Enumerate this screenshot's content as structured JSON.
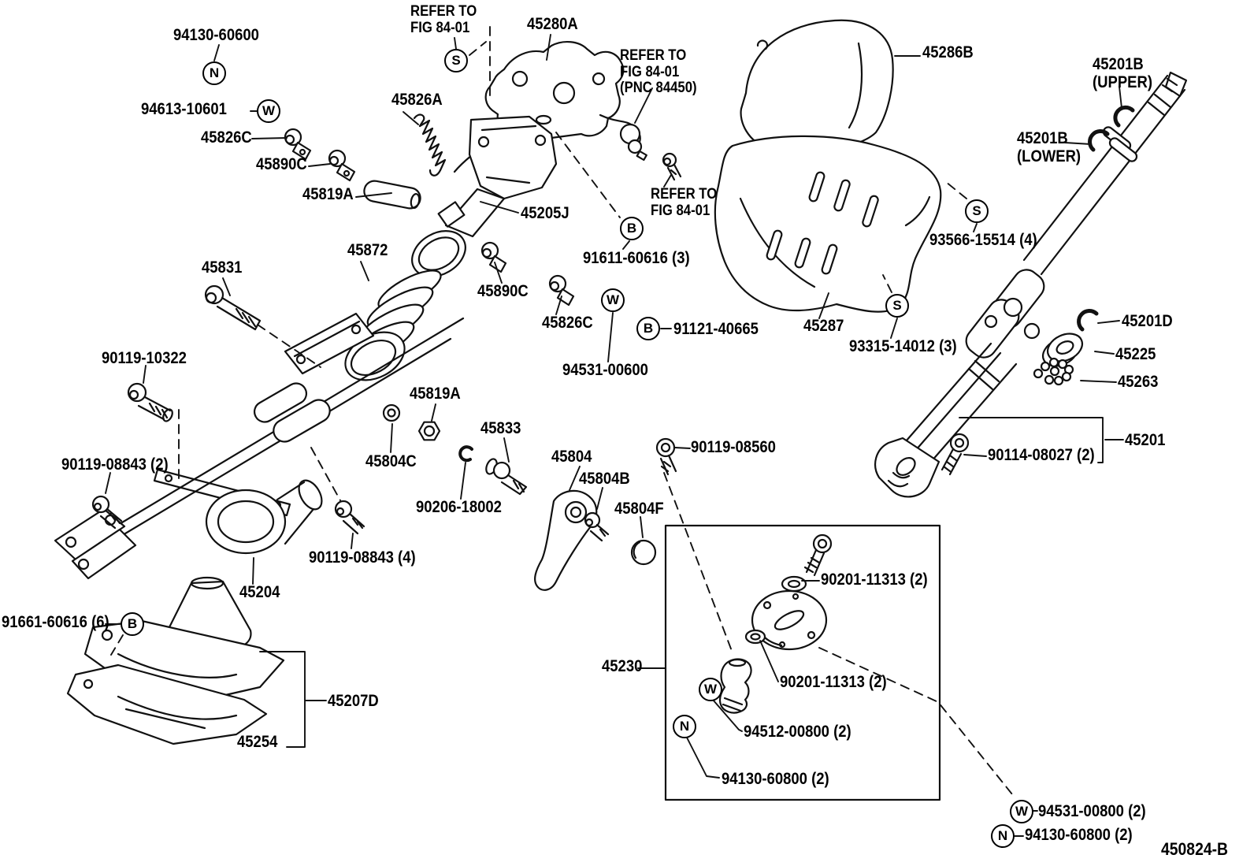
{
  "figure": {
    "drawing_number": "450824-B",
    "subject": "steering column and shaft exploded view"
  },
  "labels": [
    {
      "text": "94130-60600"
    },
    {
      "text": "94613-10601"
    },
    {
      "text": "45826C"
    },
    {
      "text": "45890C"
    },
    {
      "text": "45819A"
    },
    {
      "text": "45826A"
    },
    {
      "text": "REFER TO\nFIG 84-01"
    },
    {
      "text": "45280A"
    },
    {
      "text": "REFER TO\nFIG 84-01\n(PNC 84450)"
    },
    {
      "text": "REFER TO\nFIG 84-01"
    },
    {
      "text": "45286B"
    },
    {
      "text": "45201B\n(UPPER)"
    },
    {
      "text": "45201B\n(LOWER)"
    },
    {
      "text": "45205J"
    },
    {
      "text": "93566-15514 (4)"
    },
    {
      "text": "91611-60616 (3)"
    },
    {
      "text": "45831"
    },
    {
      "text": "45872"
    },
    {
      "text": "45890C"
    },
    {
      "text": "45826C"
    },
    {
      "text": "91121-40665"
    },
    {
      "text": "94531-00600"
    },
    {
      "text": "45287"
    },
    {
      "text": "93315-14012 (3)"
    },
    {
      "text": "45201D"
    },
    {
      "text": "45225"
    },
    {
      "text": "45263"
    },
    {
      "text": "90119-10322"
    },
    {
      "text": "90119-08843 (2)"
    },
    {
      "text": "45804C"
    },
    {
      "text": "45819A"
    },
    {
      "text": "90206-18002"
    },
    {
      "text": "45833"
    },
    {
      "text": "45804"
    },
    {
      "text": "45804B"
    },
    {
      "text": "45804F"
    },
    {
      "text": "90119-08560"
    },
    {
      "text": "90119-08843 (4)"
    },
    {
      "text": "45204"
    },
    {
      "text": "91661-60616 (6)"
    },
    {
      "text": "45207D"
    },
    {
      "text": "45254"
    },
    {
      "text": "45230"
    },
    {
      "text": "90201-11313 (2)"
    },
    {
      "text": "90201-11313 (2)"
    },
    {
      "text": "94512-00800 (2)"
    },
    {
      "text": "94130-60800 (2)"
    },
    {
      "text": "94531-00800 (2)"
    },
    {
      "text": "94130-60800 (2)"
    },
    {
      "text": "45201"
    },
    {
      "text": "90114-08027 (2)"
    }
  ],
  "callouts": [
    {
      "letter": "N"
    },
    {
      "letter": "W"
    },
    {
      "letter": "S"
    },
    {
      "letter": "B"
    },
    {
      "letter": "W"
    },
    {
      "letter": "B"
    },
    {
      "letter": "S"
    },
    {
      "letter": "S"
    },
    {
      "letter": "B"
    },
    {
      "letter": "W"
    },
    {
      "letter": "N"
    },
    {
      "letter": "W"
    },
    {
      "letter": "N"
    }
  ]
}
